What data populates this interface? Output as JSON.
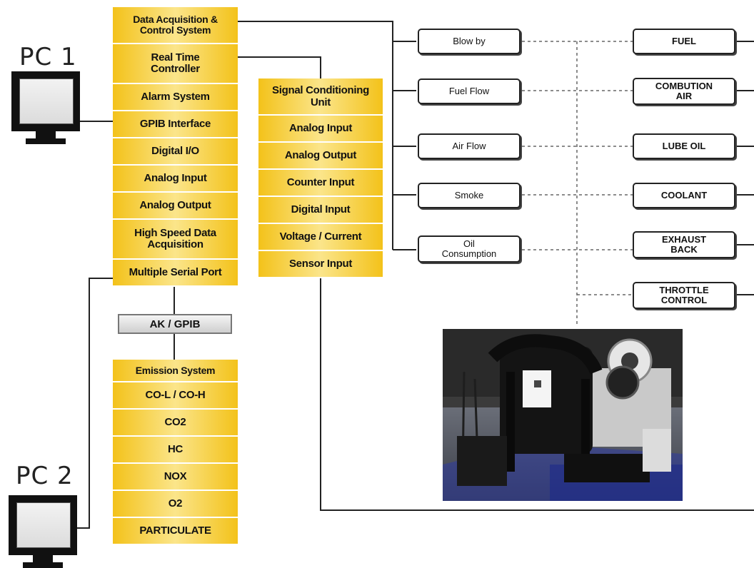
{
  "pcs": {
    "pc1_label": "PC 1",
    "pc2_label": "PC 2"
  },
  "daq": {
    "title": "Data Acquisition & Control System",
    "items": [
      "Real Time Controller",
      "Alarm System",
      "GPIB Interface",
      "Digital I/O",
      "Analog Input",
      "Analog Output",
      "High Speed Data Acquisition",
      "Multiple Serial Port"
    ]
  },
  "ak_gpib": "AK / GPIB",
  "emission": {
    "title": "Emission System",
    "items": [
      "CO-L / CO-H",
      "CO2",
      "HC",
      "NOX",
      "O2",
      "PARTICULATE"
    ]
  },
  "scu": {
    "title": "Signal Conditioning Unit",
    "items": [
      "Analog Input",
      "Analog Output",
      "Counter Input",
      "Digital Input",
      "Voltage / Current",
      "Sensor Input"
    ]
  },
  "measurements": [
    "Blow by",
    "Fuel Flow",
    "Air Flow",
    "Smoke",
    "Oil Consumption"
  ],
  "engine_systems": [
    "FUEL",
    "COMBUTION AIR",
    "LUBE OIL",
    "COOLANT",
    "EXHAUST BACK",
    "THROTTLE CONTROL"
  ],
  "colors": {
    "cell_dark": "#f3c21a",
    "cell_light": "#fbe58a",
    "line": "#222222"
  }
}
